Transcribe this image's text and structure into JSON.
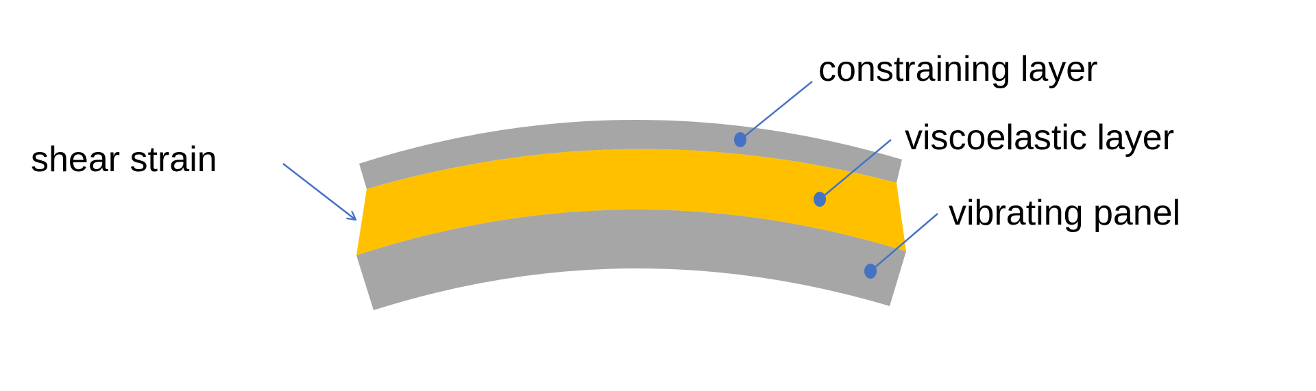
{
  "labels": {
    "constraining": "constraining layer",
    "viscoelastic": "viscoelastic layer",
    "vibrating": "vibrating panel",
    "shear": "shear strain"
  },
  "colors": {
    "layer_gray": "#a6a6a6",
    "viscoelastic_yellow": "#ffc000",
    "leader_blue": "#4472c4"
  }
}
